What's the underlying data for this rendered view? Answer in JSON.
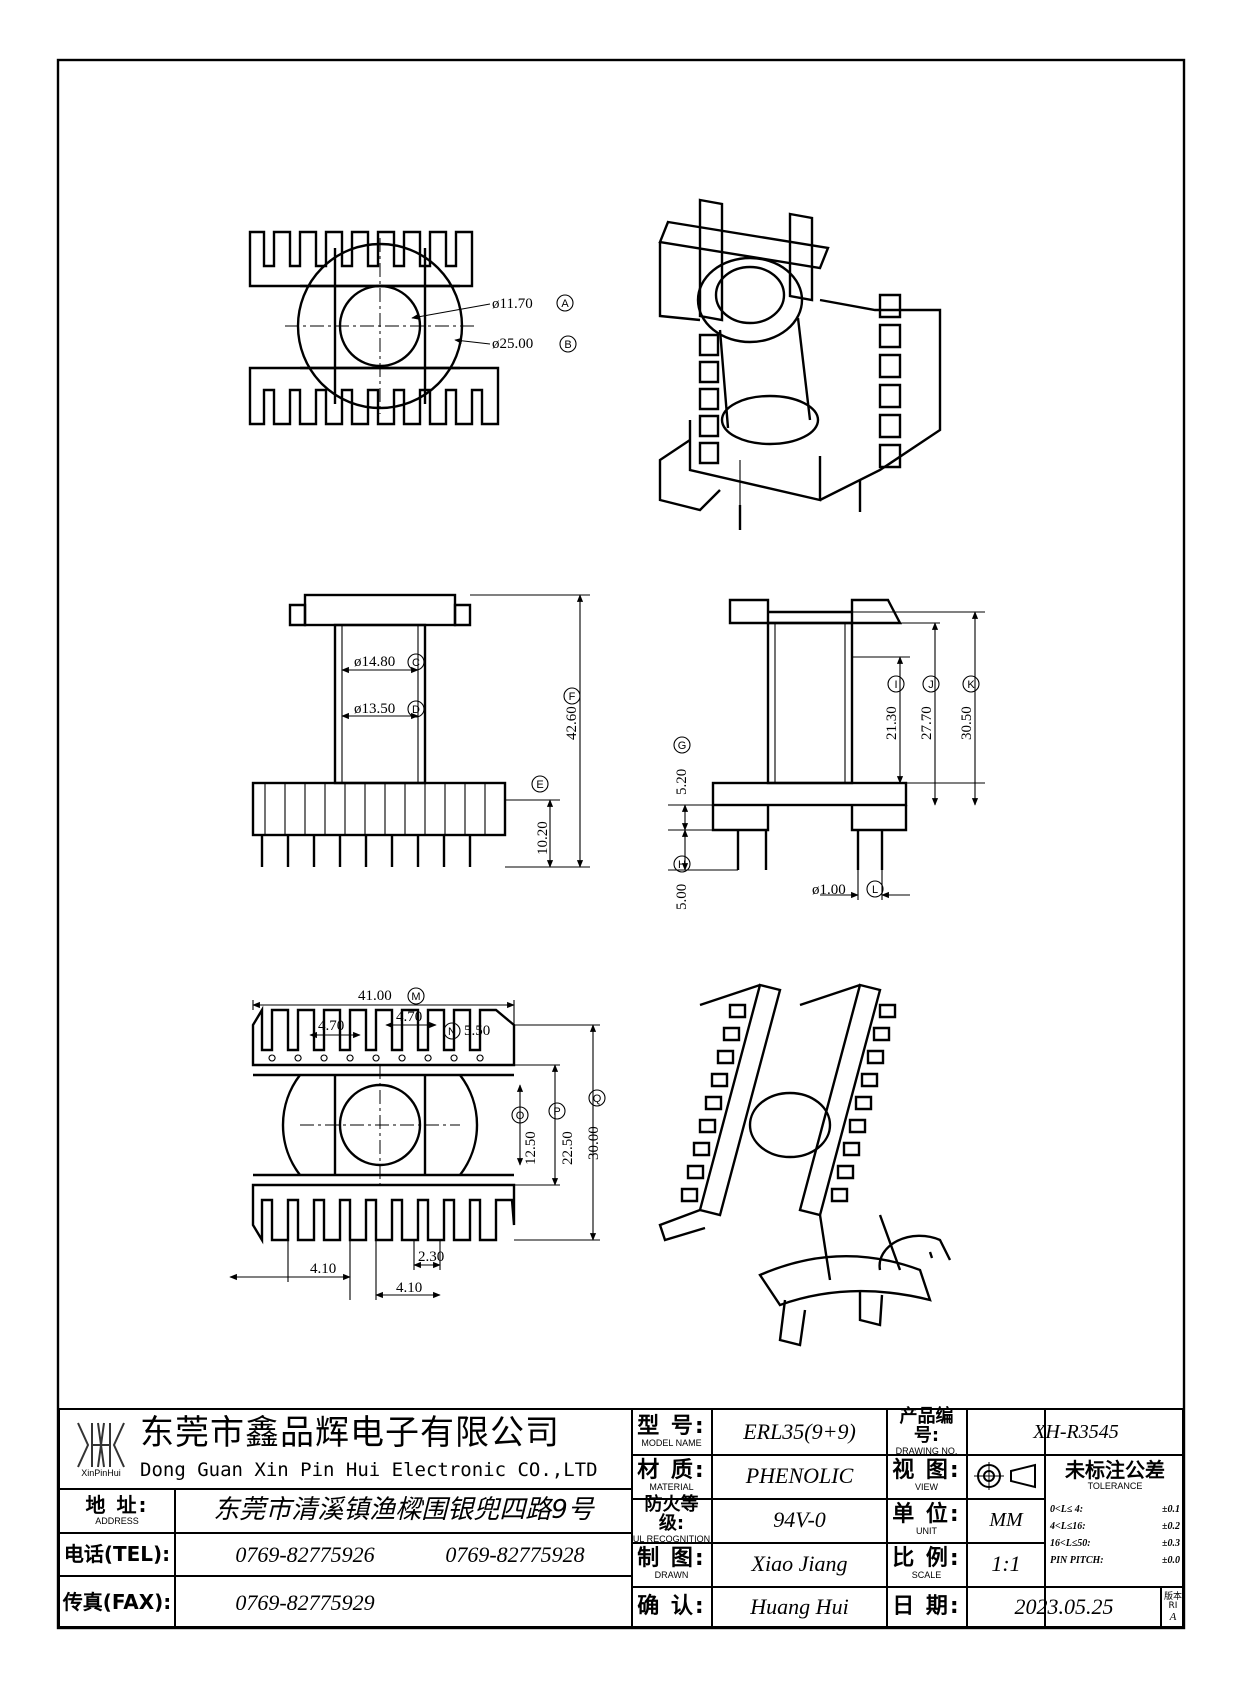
{
  "drawing": {
    "top_view": {
      "d_a": "ø11.70",
      "tag_a": "A",
      "d_b": "ø25.00",
      "tag_b": "B"
    },
    "front_view": {
      "d_c": "ø14.80",
      "tag_c": "C",
      "d_d": "ø13.50",
      "tag_d": "D",
      "tag_e": "E",
      "h_f": "42.60",
      "tag_f": "F",
      "h_e": "10.20"
    },
    "side_view": {
      "tag_g": "G",
      "h_g": "5.20",
      "tag_h": "H",
      "h_h": "5.00",
      "h_i": "21.30",
      "tag_i": "I",
      "h_j": "27.70",
      "tag_j": "J",
      "h_k": "30.50",
      "tag_k": "K",
      "d_l": "ø1.00",
      "tag_l": "L"
    },
    "bottom_view": {
      "w_m": "41.00",
      "tag_m": "M",
      "p1": "4.70",
      "p2": "4.70",
      "tag_n": "N",
      "w_n": "5.50",
      "tag_o": "O",
      "h_o": "12.50",
      "tag_p": "P",
      "h_p": "22.50",
      "h_q": "30.00",
      "tag_q": "Q",
      "b1": "4.10",
      "b2": "2.30",
      "b3": "4.10"
    }
  },
  "title_block": {
    "company_cn": "东莞市鑫品辉电子有限公司",
    "company_en": "Dong Guan Xin Pin Hui Electronic CO.,LTD",
    "logo_text": "XinPinHui",
    "address_label": "地  址:",
    "address_label_en": "ADDRESS",
    "address": "东莞市清溪镇渔樑围银兜四路9号",
    "tel_label": "电话(TEL):",
    "tel1": "0769-82775926",
    "tel2": "0769-82775928",
    "fax_label": "传真(FAX):",
    "fax": "0769-82775929",
    "model_label": "型  号:",
    "model_label_en": "MODEL NAME",
    "model": "ERL35(9+9)",
    "material_label": "材  质:",
    "material_label_en": "MATERIAL",
    "material": "PHENOLIC",
    "ul_label": "防火等级:",
    "ul_label_en": "UL RECOGNITION",
    "ul": "94V-0",
    "drawn_label": "制  图:",
    "drawn_label_en": "DRAWN",
    "drawn": "Xiao Jiang",
    "checked_label": "确  认:",
    "checked": "Huang Hui",
    "dwg_label": "产品编号:",
    "dwg_label_en": "DRAWING NO.",
    "dwg_no": "XH-R3545",
    "view_label": "视  图:",
    "view_label_en": "VIEW",
    "unit_label": "单  位:",
    "unit_label_en": "UNIT",
    "unit": "MM",
    "scale_label": "比  例:",
    "scale_label_en": "SCALE",
    "scale": "1:1",
    "date_label": "日  期:",
    "date": "2023.05.25",
    "tol_title": "未标注公差",
    "tol_title_en": "TOLERANCE",
    "tol1_rng": "0<L≤ 4:",
    "tol1_val": "±0.1",
    "tol2_rng": "4<L≤16:",
    "tol2_val": "±0.2",
    "tol3_rng": "16<L≤50:",
    "tol3_val": "±0.3",
    "tol4_rng": "PIN PITCH:",
    "tol4_val": "±0.0",
    "version_label": "版本RI",
    "version": "A"
  }
}
